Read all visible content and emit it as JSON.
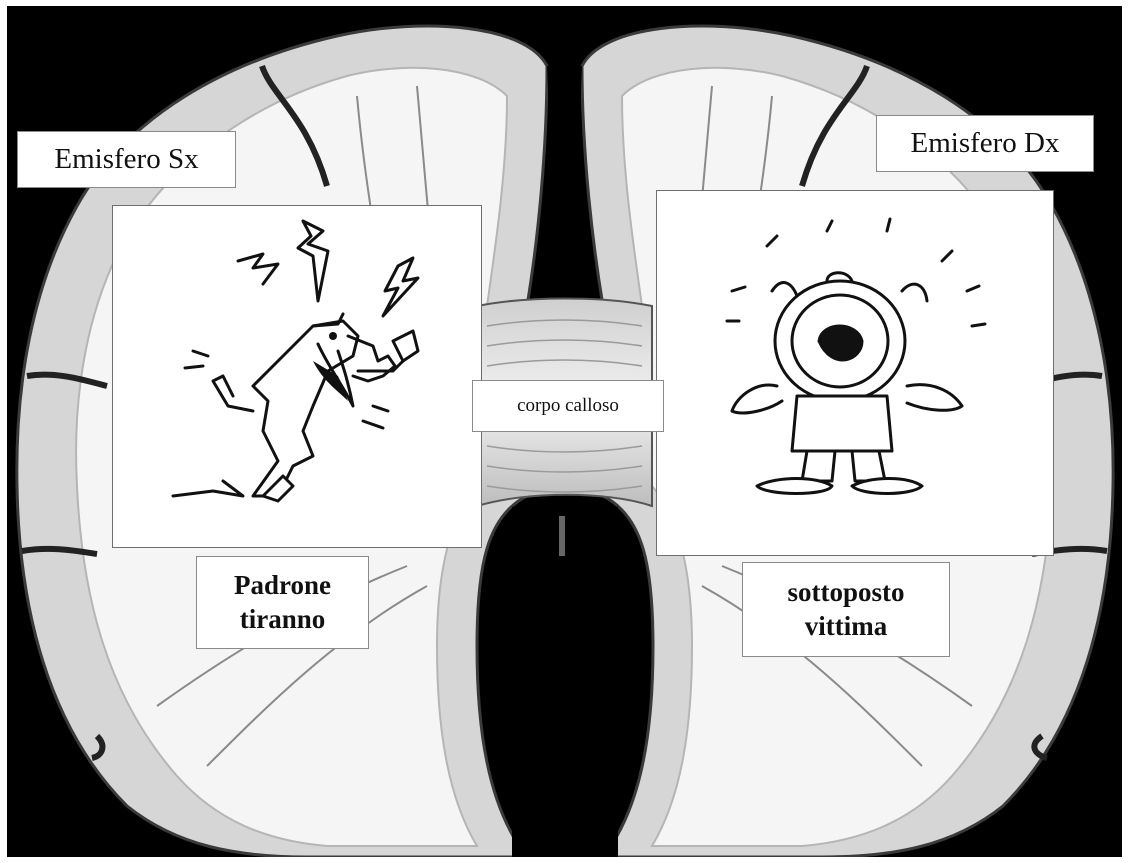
{
  "labels": {
    "left_hemisphere": "Emisfero Sx",
    "right_hemisphere": "Emisfero Dx",
    "corpus_callosum": "corpo calloso",
    "left_role": "Padrone\ntiranno",
    "right_role": "sottoposto\nvittima"
  },
  "illustrations": {
    "left": "angry-tyrant-cartoon",
    "right": "frightened-victim-cartoon"
  },
  "colors": {
    "background": "#000000",
    "cortex": "#d9d9d9",
    "white_matter": "#f7f7f7",
    "label_background": "#ffffff"
  }
}
